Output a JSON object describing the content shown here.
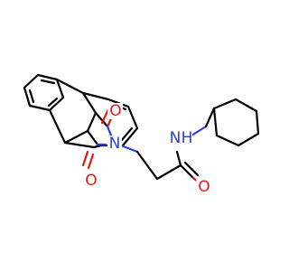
{
  "molecule": {
    "atoms": {
      "n_imide": {
        "symbol": "N",
        "color": "#2b3fe0"
      },
      "o_top": {
        "symbol": "O",
        "color": "#e0191a"
      },
      "o_bottom": {
        "symbol": "O",
        "color": "#e0191a"
      },
      "o_amide": {
        "symbol": "O",
        "color": "#e0191a"
      },
      "nh_amide": {
        "symbol": "N",
        "color": "#2b3fe0"
      },
      "h_amide": {
        "symbol": "H",
        "color": "#2b3fe0"
      }
    }
  }
}
